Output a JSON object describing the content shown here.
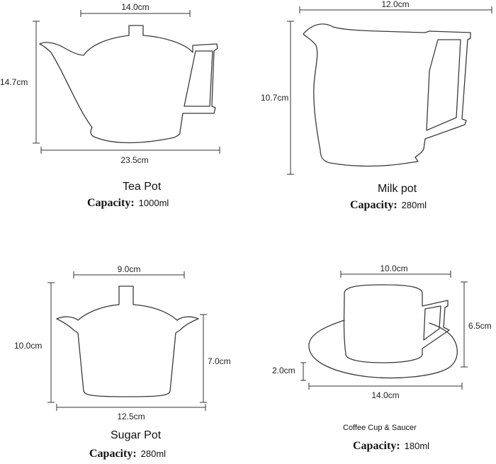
{
  "capacity_label": "Capacity:",
  "teapot": {
    "name": "Tea Pot",
    "capacity": "1000ml",
    "dim_top": "14.0cm",
    "dim_height": "14.7cm",
    "dim_bottom": "23.5cm"
  },
  "milkpot": {
    "name": "Milk pot",
    "capacity": "280ml",
    "dim_top": "12.0cm",
    "dim_height": "10.7cm"
  },
  "sugarpot": {
    "name": "Sugar Pot",
    "capacity": "280ml",
    "dim_top": "9.0cm",
    "dim_height": "10.0cm",
    "dim_body_height": "7.0cm",
    "dim_bottom": "12.5cm"
  },
  "cup": {
    "name": "Coffee Cup & Saucer",
    "capacity": "180ml",
    "dim_top": "10.0cm",
    "dim_height": "6.5cm",
    "dim_saucer_height": "2.0cm",
    "dim_bottom": "14.0cm"
  }
}
